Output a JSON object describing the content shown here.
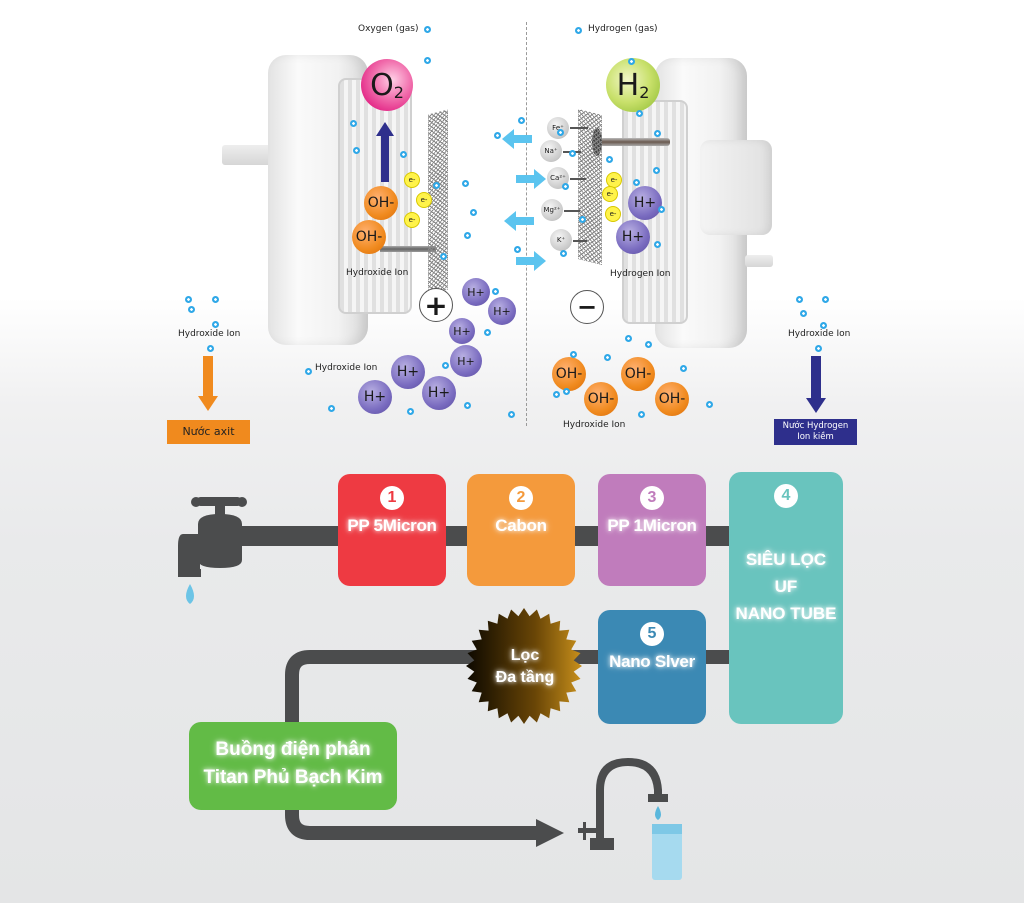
{
  "diagram": {
    "title_region": "electrolysis",
    "gas_labels": {
      "oxygen": "Oxygen (gas)",
      "hydrogen": "Hydrogen (gas)"
    },
    "molecules": {
      "o2": "O",
      "o2_sub": "2",
      "h2": "H",
      "h2_sub": "2"
    },
    "ion_labels": {
      "hydroxide_anode": "Hydroxide Ion",
      "hydrogen_cathode": "Hydrogen Ion",
      "hydroxide_left": "Hydroxide Ion",
      "hydroxide_center_left": "Hydroxide Ion",
      "hydroxide_center_right": "Hydroxide Ion",
      "hydroxide_right": "Hydroxide Ion"
    },
    "ions": {
      "oh": "OH-",
      "hplus": "H+",
      "electron": "e-"
    },
    "metal_ions": [
      "Fe⁺",
      "Na⁺",
      "Ca²⁺",
      "Mg²⁺",
      "K⁺"
    ],
    "electrode_signs": {
      "positive": "+",
      "negative": "−"
    },
    "outputs": {
      "acid": "Nước axit",
      "alkaline_line1": "Nước Hydrogen",
      "alkaline_line2": "Ion kiềm"
    },
    "colors": {
      "acid_output": "#f08a1e",
      "alkaline_output": "#2e2f8c",
      "o2": "#e0187e",
      "h2": "#a8cc3a"
    }
  },
  "flow": {
    "filters": [
      {
        "number": "1",
        "name": "PP 5Micron",
        "color": "#ee3a42"
      },
      {
        "number": "2",
        "name": "Cabon",
        "color": "#f49a3c"
      },
      {
        "number": "3",
        "name": "PP 1Micron",
        "color": "#c07cbc"
      },
      {
        "number": "4",
        "name_lines": [
          "SIÊU LỌC",
          "UF",
          "NANO TUBE"
        ],
        "color": "#69c4be"
      },
      {
        "number": "5",
        "name": "Nano Slver",
        "color": "#3b89b4"
      }
    ],
    "multi_layer": {
      "line1": "Lọc",
      "line2": "Đa tầng"
    },
    "electrolysis_chamber": {
      "line1": "Buồng điện phân",
      "line2": "Titan  Phủ Bạch Kim",
      "color": "#62bb46"
    }
  }
}
